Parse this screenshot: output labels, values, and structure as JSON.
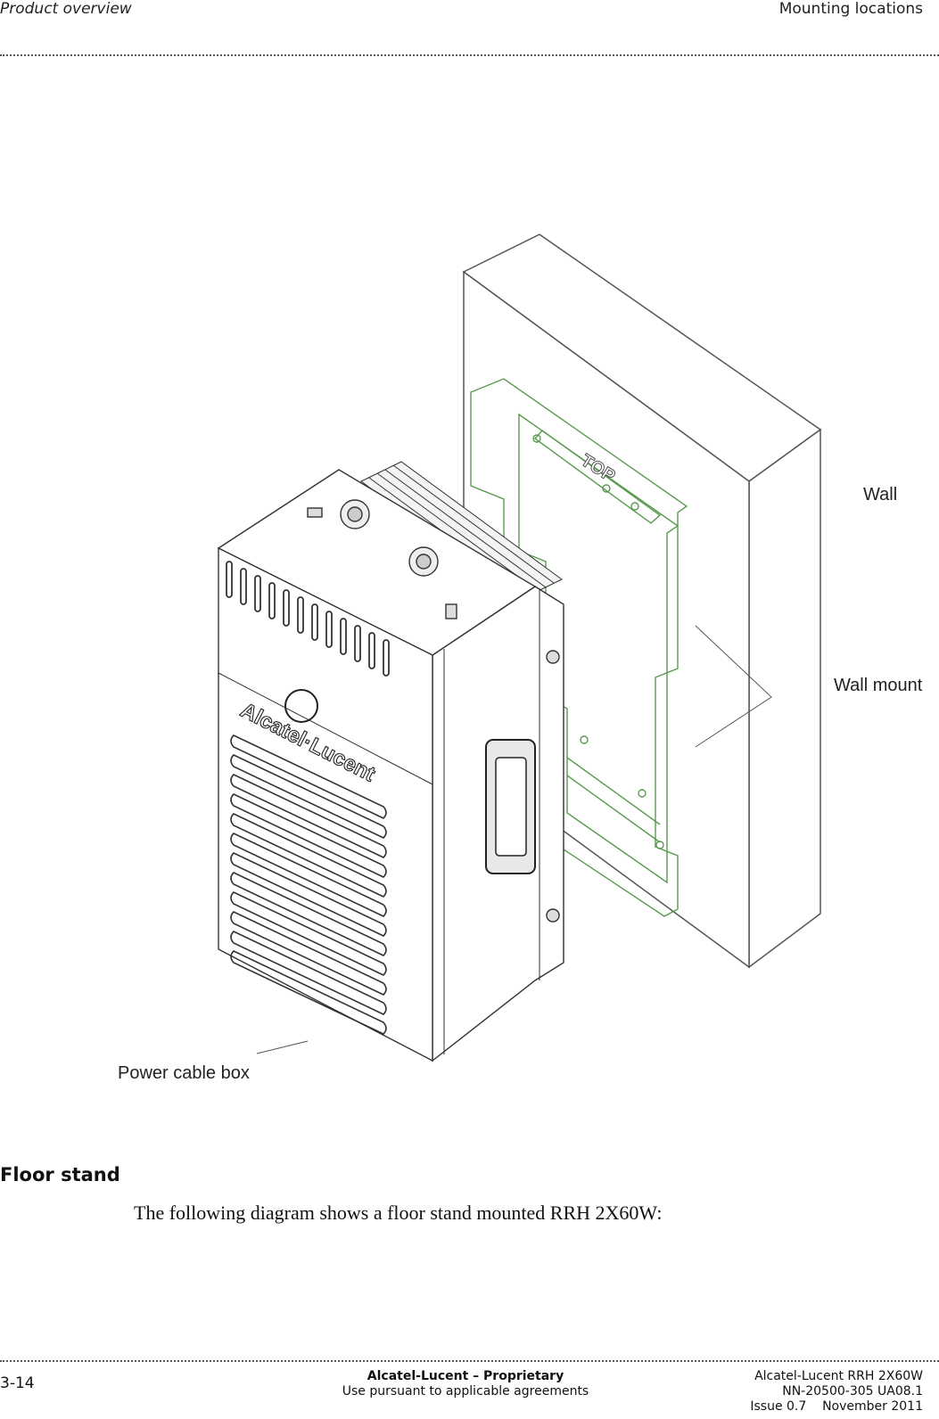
{
  "header": {
    "left": "Product overview",
    "right": "Mounting locations"
  },
  "figure": {
    "logo_text": "Alcatel·Lucent",
    "top_mark": "TOP",
    "callouts": {
      "wall": "Wall",
      "wall_mount": "Wall mount",
      "power_cable_box": "Power cable box"
    }
  },
  "section": {
    "title": "Floor stand",
    "body": "The following diagram shows a floor stand mounted RRH 2X60W:"
  },
  "footer": {
    "page_number": "3-14",
    "center_line1": "Alcatel-Lucent – Proprietary",
    "center_line2": "Use pursuant to applicable agreements",
    "right_line1": "Alcatel-Lucent RRH 2X60W",
    "right_line2": "NN-20500-305 UA08.1",
    "right_line3": "Issue 0.7    November 2011"
  }
}
